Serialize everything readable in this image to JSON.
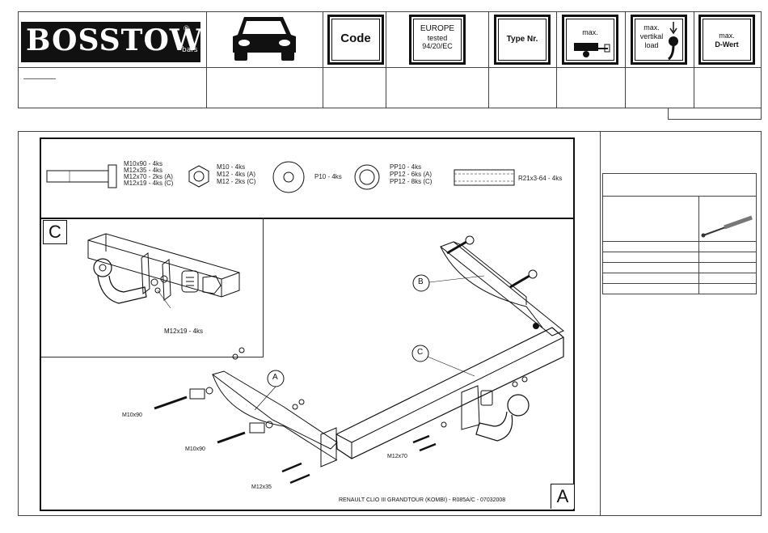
{
  "header": {
    "logo_text": "BOSSTOW",
    "logo_reg": "®",
    "logo_sub": "bars",
    "code_label": "Code",
    "europe": {
      "line1": "EUROPE",
      "line2": "tested",
      "line3": "94/20/EC"
    },
    "type_label": "Type Nr.",
    "max_trailer_label": "max.",
    "max_vertical": {
      "line1": "max.",
      "line2": "vertikal",
      "line3": "load"
    },
    "dwert": {
      "line1": "max.",
      "line2": "D-Wert"
    }
  },
  "parts": {
    "bolt": [
      "M10x90 - 4ks",
      "M12x35 - 4ks",
      "M12x70 - 2ks (A)",
      "M12x19 - 4ks (C)"
    ],
    "nut": [
      "M10 - 4ks",
      "M12 - 4ks (A)",
      "M12 - 2ks (C)"
    ],
    "washer": "P10 - 4ks",
    "spring_washer": [
      "PP10 - 4ks",
      "PP12 - 6ks (A)",
      "PP12 - 8ks (C)"
    ],
    "tube": "R21x3-64 - 4ks"
  },
  "drawing": {
    "detail_letter": "C",
    "detail_bolt": "M12x19 - 4ks",
    "label_a": "A",
    "label_b": "B",
    "label_c": "C",
    "bolt_m10_1": "M10x90",
    "bolt_m10_2": "M10x90",
    "bolt_m12x35": "M12x35",
    "bolt_m12x70": "M12x70",
    "footer_caption": "RENAULT CLIO III GRANDTOUR (KOMBI) - R085A/C - 07032008",
    "corner_letter": "A"
  }
}
